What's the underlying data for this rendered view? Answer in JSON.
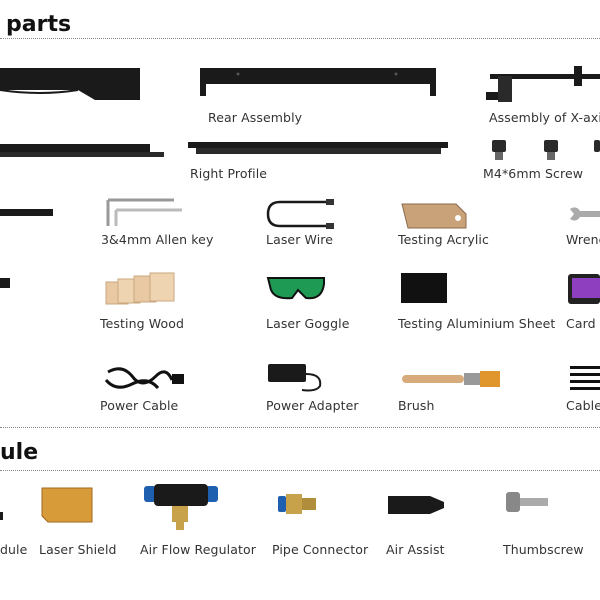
{
  "sections": {
    "parts_heading": "parts",
    "module_heading": "ule"
  },
  "labels": {
    "rear_assembly": "Rear Assembly",
    "x_axis_assembly": "Assembly of X-axis",
    "right_profile": "Right Profile",
    "m4_screw": "M4*6mm Screw",
    "allen_key": "3&4mm Allen key",
    "laser_wire": "Laser Wire",
    "testing_acrylic": "Testing Acrylic",
    "wrench": "Wrenc",
    "testing_wood": "Testing Wood",
    "laser_goggle": "Laser Goggle",
    "testing_aluminium": "Testing Aluminium Sheet",
    "card_reader": "Card R",
    "power_cable": "Power Cable",
    "power_adapter": "Power Adapter",
    "brush": "Brush",
    "cable_ties": "Cable",
    "laser_module": "dule",
    "laser_shield": "Laser Shield",
    "air_flow_regulator": "Air Flow Regulator",
    "pipe_connector": "Pipe Connector",
    "air_assist": "Air Assist",
    "thumbscrew": "Thumbscrew"
  },
  "colors": {
    "text": "#333333",
    "heading": "#111111",
    "metal": "#1a1a1a",
    "goggle_green": "#1f9a55",
    "shield_gold": "#d89b3a",
    "wood": "#e8c9a3",
    "purple": "#8e3fbf",
    "brass": "#c7a24a"
  }
}
